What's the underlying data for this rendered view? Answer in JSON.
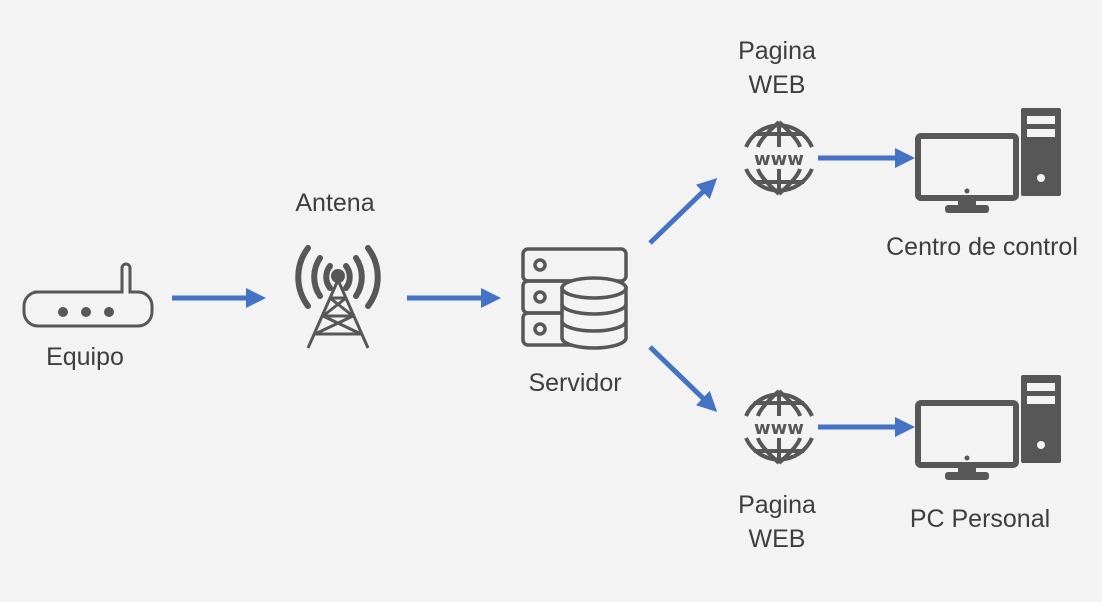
{
  "diagram": {
    "accent_color": "#4472c4",
    "icon_color": "#575757",
    "nodes": {
      "equipo": {
        "label": "Equipo",
        "icon": "router-icon"
      },
      "antena": {
        "label": "Antena",
        "icon": "antenna-tower-icon"
      },
      "servidor": {
        "label": "Servidor",
        "icon": "server-database-icon"
      },
      "web_top": {
        "line1": "Pagina",
        "line2": "WEB",
        "icon": "www-globe-icon"
      },
      "web_bottom": {
        "line1": "Pagina",
        "line2": "WEB",
        "icon": "www-globe-icon"
      },
      "control": {
        "label": "Centro de control",
        "icon": "desktop-computer-icon"
      },
      "pc": {
        "label": "PC Personal",
        "icon": "desktop-computer-icon"
      }
    },
    "edges": [
      {
        "from": "equipo",
        "to": "antena"
      },
      {
        "from": "antena",
        "to": "servidor"
      },
      {
        "from": "servidor",
        "to": "web_top"
      },
      {
        "from": "servidor",
        "to": "web_bottom"
      },
      {
        "from": "web_top",
        "to": "control"
      },
      {
        "from": "web_bottom",
        "to": "pc"
      }
    ]
  }
}
